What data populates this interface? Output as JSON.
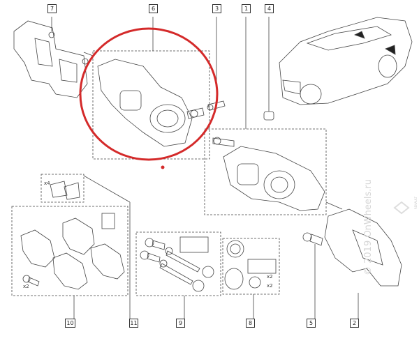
{
  "callouts": {
    "c7": "7",
    "c6": "6",
    "c3": "3",
    "c1": "1",
    "c4": "4",
    "c10": "10",
    "c11": "11",
    "c9": "9",
    "c8": "8",
    "c5": "5",
    "c2": "2"
  },
  "quantities": {
    "clips": "x4",
    "pad_bolts": "x2",
    "seal_grease": "x2",
    "seal_bushing": "x2"
  },
  "watermark": "© 2019 OnWheels.ru",
  "logo": "RENAULT",
  "colors": {
    "highlight_circle": "#d42a2a",
    "line": "#333333"
  }
}
